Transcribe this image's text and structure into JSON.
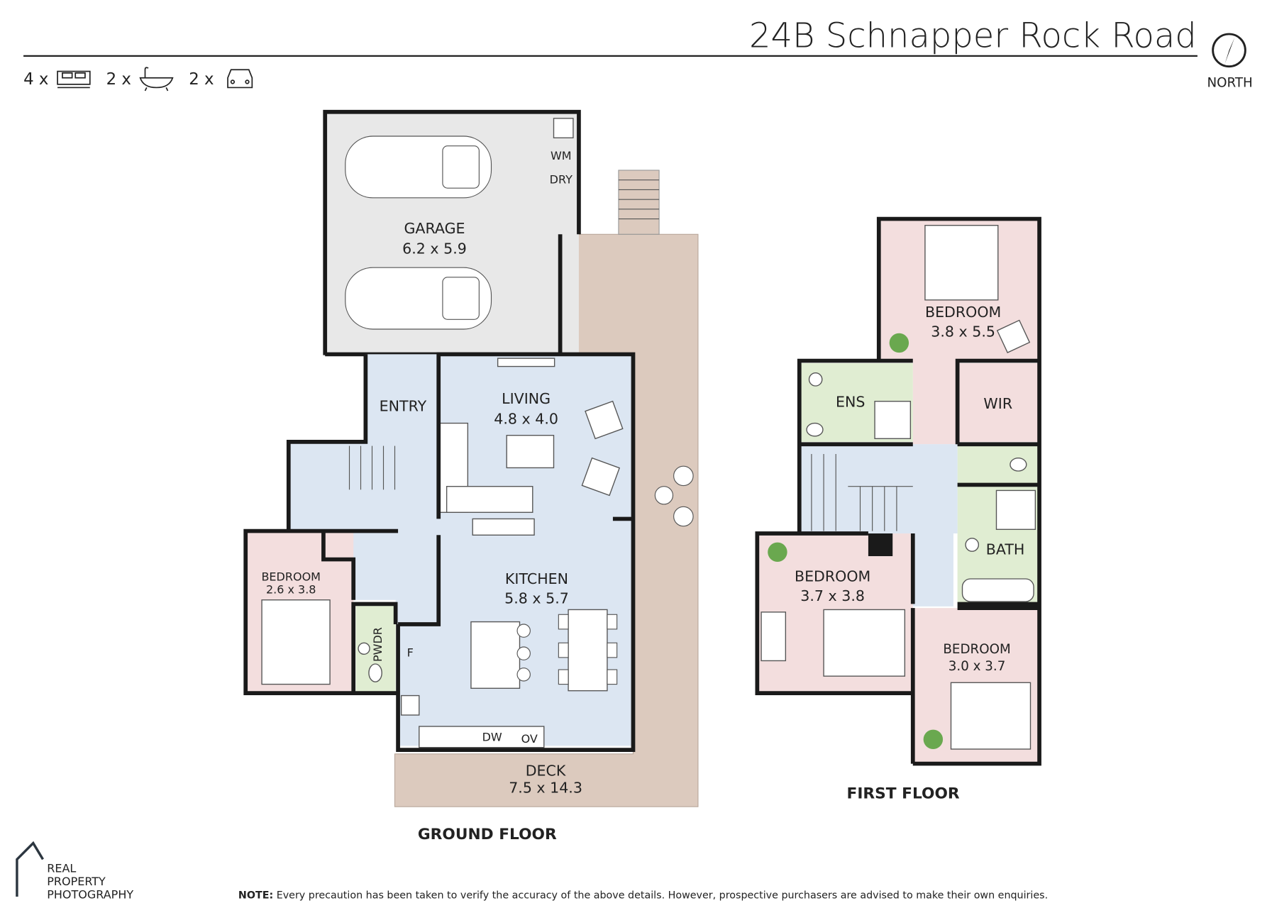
{
  "header": {
    "address": "24B Schnapper Rock Road",
    "north_label": "NORTH",
    "features": [
      {
        "count": "4 x",
        "icon": "bed-icon"
      },
      {
        "count": "2 x",
        "icon": "bath-icon"
      },
      {
        "count": "2 x",
        "icon": "car-icon"
      }
    ]
  },
  "ground_floor": {
    "title": "GROUND FLOOR",
    "rooms": {
      "garage": {
        "name": "GARAGE",
        "size": "6.2 x 5.9"
      },
      "entry": {
        "name": "ENTRY"
      },
      "living": {
        "name": "LIVING",
        "size": "4.8 x 4.0"
      },
      "kitchen": {
        "name": "KITCHEN",
        "size": "5.8 x 5.7"
      },
      "bedroom": {
        "name": "BEDROOM",
        "size": "2.6 x 3.8"
      },
      "pwdr": {
        "name": "PWDR"
      },
      "deck": {
        "name": "DECK",
        "size": "7.5 x 14.3"
      }
    },
    "fixtures": {
      "wm": "WM",
      "dry": "DRY",
      "dw": "DW",
      "ov": "OV",
      "f": "F"
    }
  },
  "first_floor": {
    "title": "FIRST FLOOR",
    "rooms": {
      "bedroom_master": {
        "name": "BEDROOM",
        "size": "3.8 x 5.5"
      },
      "ens": {
        "name": "ENS"
      },
      "wir": {
        "name": "WIR"
      },
      "bath": {
        "name": "BATH"
      },
      "bedroom_2": {
        "name": "BEDROOM",
        "size": "3.7 x 3.8"
      },
      "bedroom_3": {
        "name": "BEDROOM",
        "size": "3.0 x 3.7"
      }
    }
  },
  "footer": {
    "logo_lines": [
      "REAL",
      "PROPERTY",
      "PHOTOGRAPHY"
    ],
    "note_label": "NOTE:",
    "note_text": "Every precaution has been taken to verify the accuracy of the above details. However, prospective purchasers are advised to make their own enquiries."
  },
  "colors": {
    "garage": "#e8e8e8",
    "living": "#dce6f2",
    "bedroom": "#f3dede",
    "wet": "#e0edd2",
    "deck": "#dccabe",
    "wall": "#1a1a1a"
  }
}
